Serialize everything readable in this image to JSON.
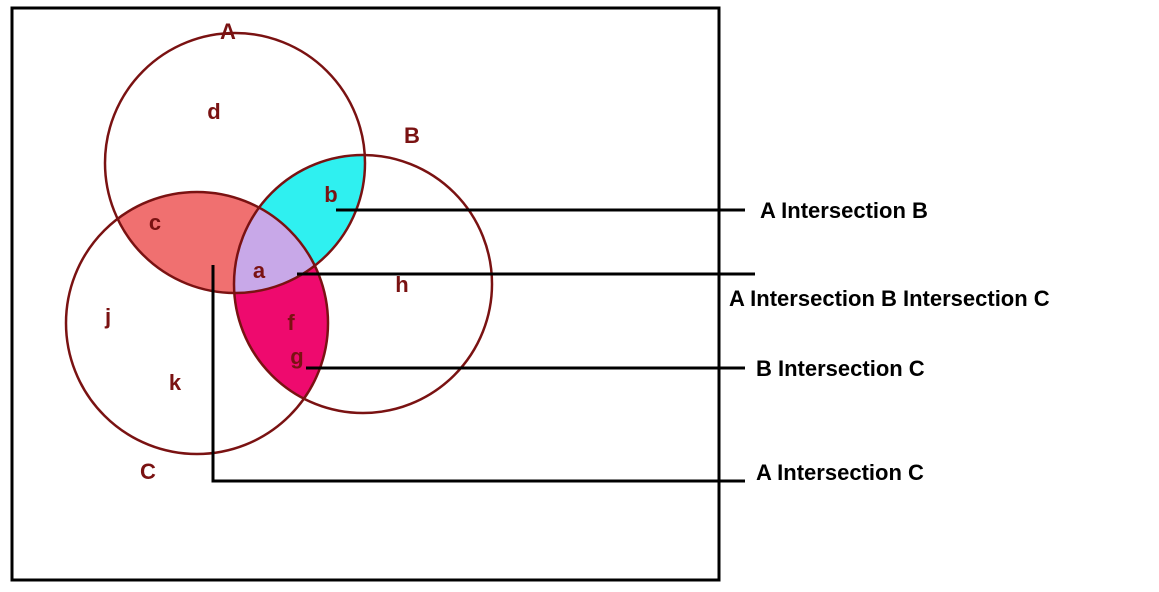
{
  "sets": [
    {
      "id": "A",
      "label": "A"
    },
    {
      "id": "B",
      "label": "B"
    },
    {
      "id": "C",
      "label": "C"
    }
  ],
  "regions": [
    "d",
    "b",
    "c",
    "a",
    "h",
    "j",
    "f",
    "g",
    "k"
  ],
  "callouts": [
    {
      "label": "A Intersection B"
    },
    {
      "label": "A Intersection B Intersection C"
    },
    {
      "label": "B Intersection C"
    },
    {
      "label": "A Intersection C"
    }
  ],
  "colors": {
    "circle_stroke": "#7a1212",
    "label_text": "#7a1212",
    "callout_line": "#000000",
    "frame": "#000000",
    "a_intersect_b": "#2ff0f0",
    "a_intersect_c": "#f07070",
    "a_intersect_b_intersect_c": "#c8a8e8",
    "b_intersect_c": "#ee0a6e"
  }
}
